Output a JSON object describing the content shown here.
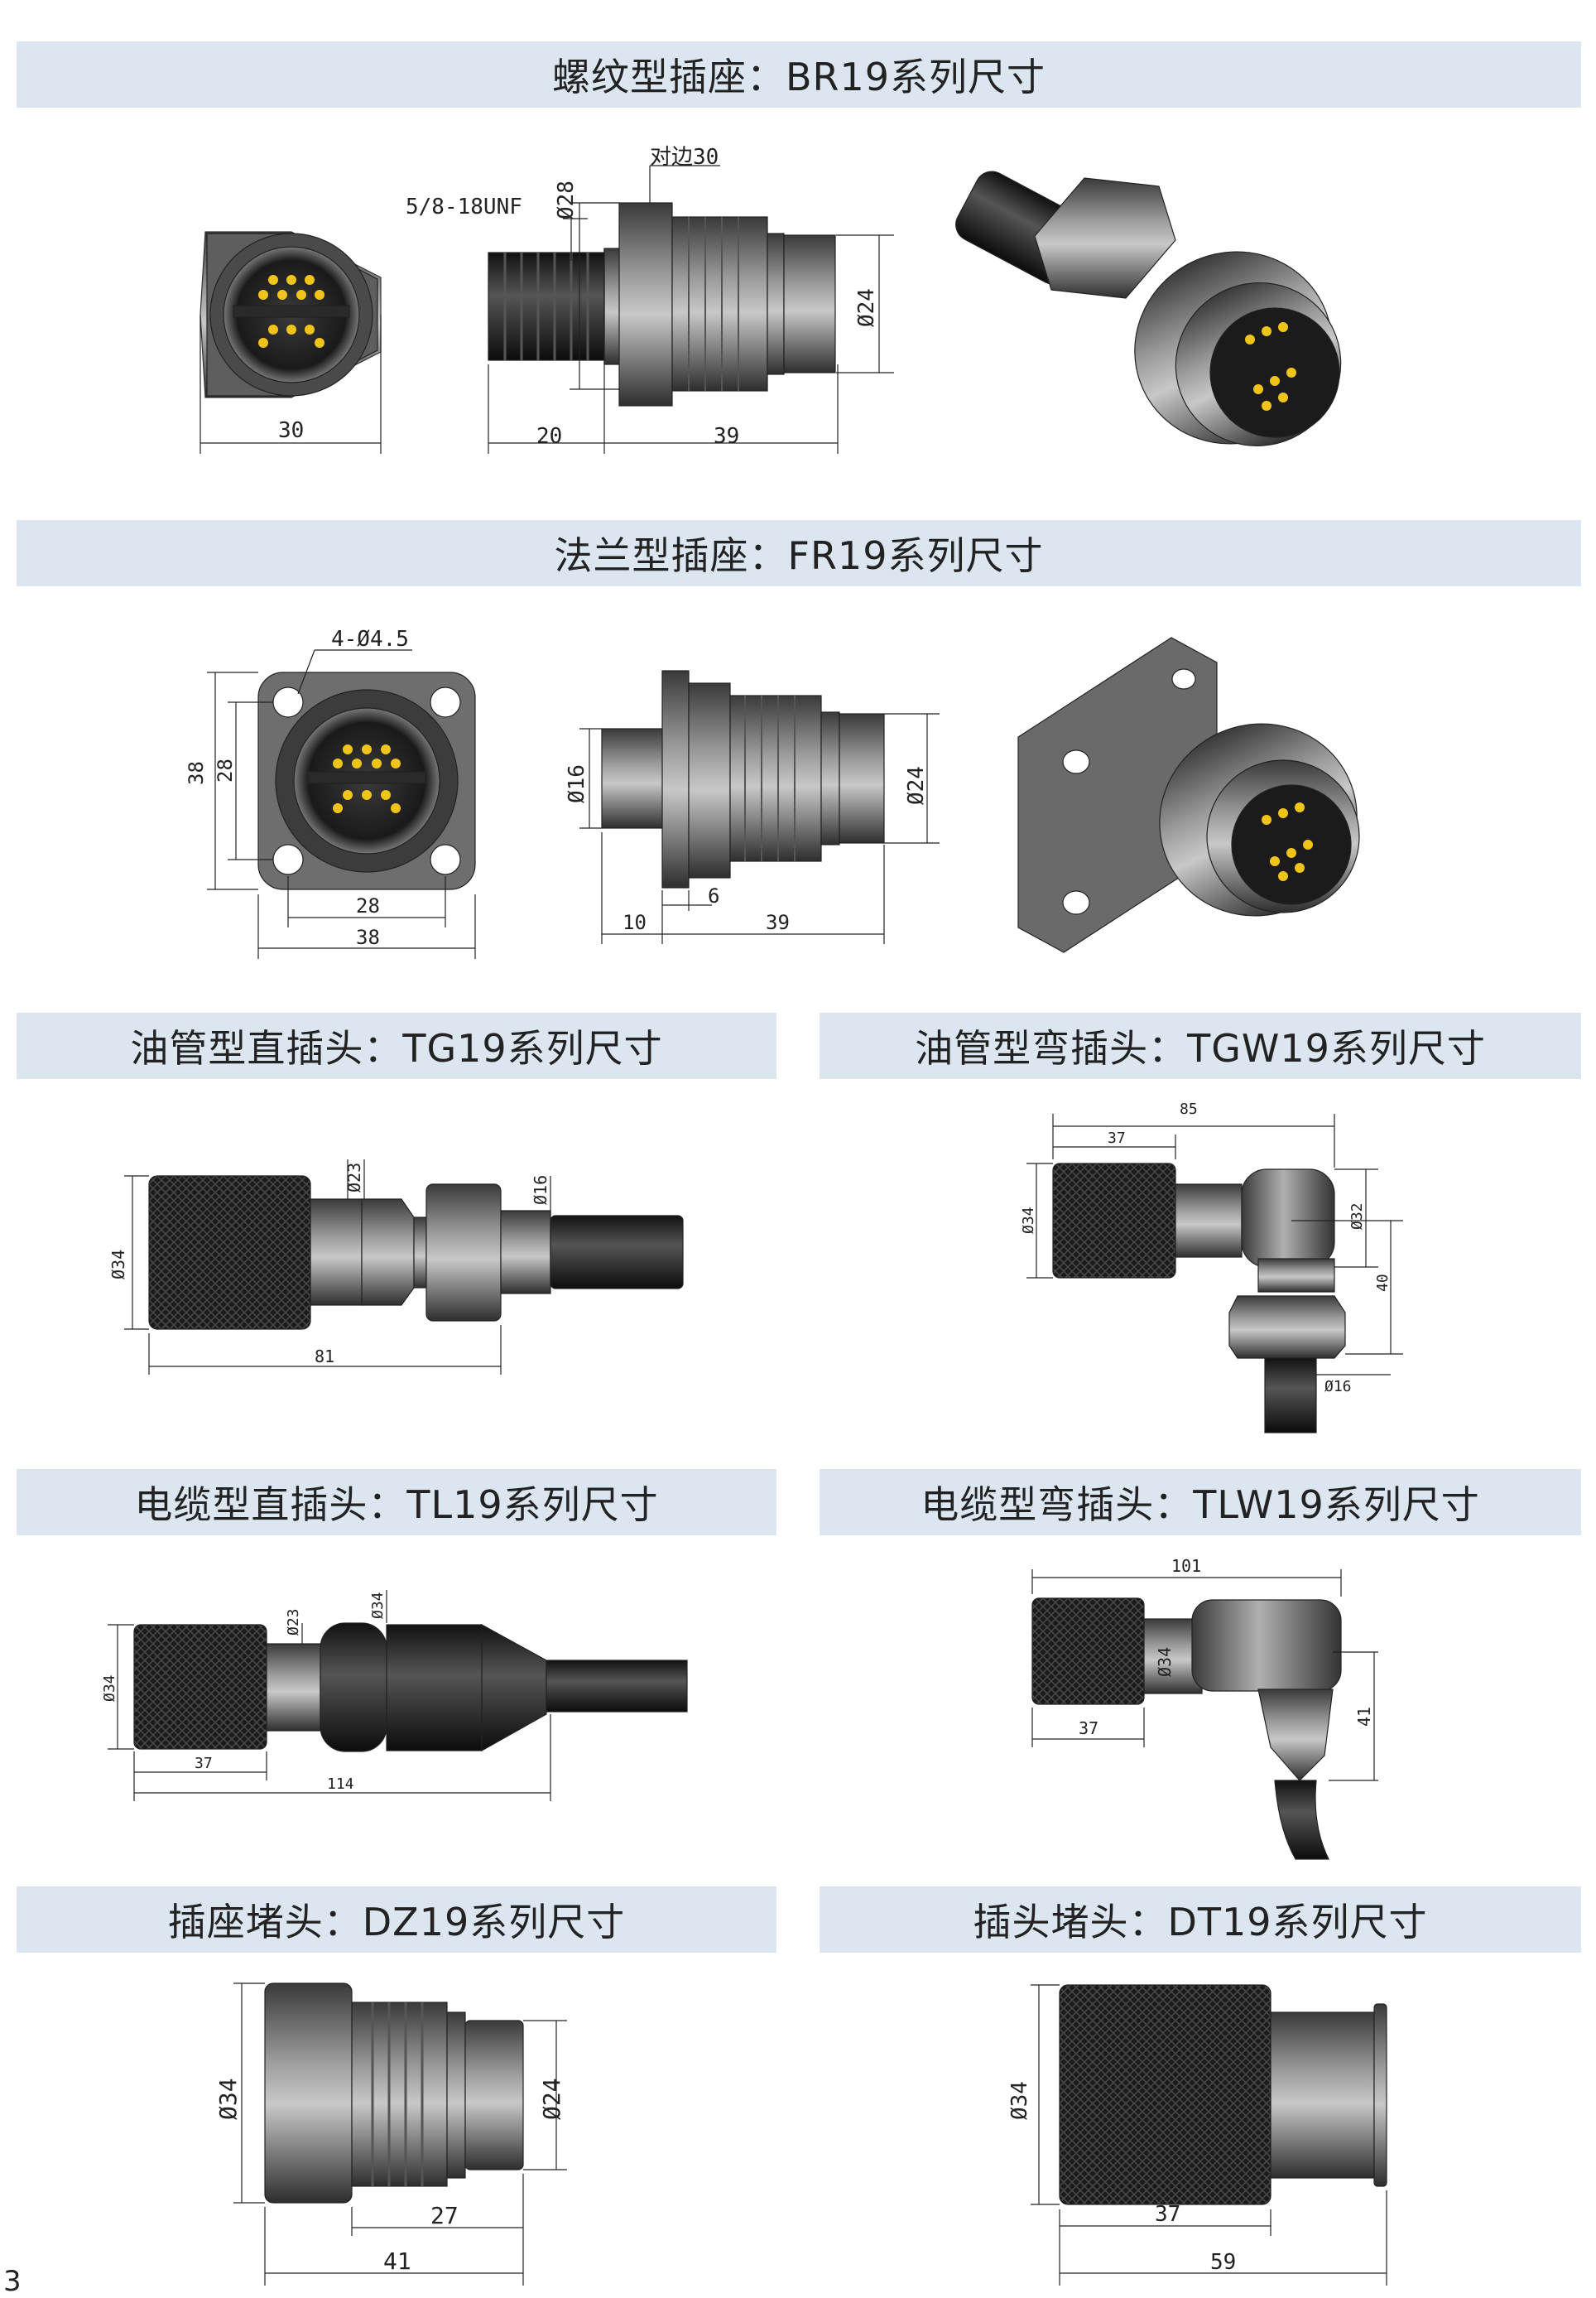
{
  "sections": {
    "br19": {
      "title": "螺纹型插座：BR19系列尺寸"
    },
    "fr19": {
      "title": "法兰型插座：FR19系列尺寸"
    },
    "tg19": {
      "title": "油管型直插头：TG19系列尺寸"
    },
    "tgw19": {
      "title": "油管型弯插头：TGW19系列尺寸"
    },
    "tl19": {
      "title": "电缆型直插头：TL19系列尺寸"
    },
    "tlw19": {
      "title": "电缆型弯插头：TLW19系列尺寸"
    },
    "dz19": {
      "title": "插座堵头：DZ19系列尺寸"
    },
    "dt19": {
      "title": "插头堵头：DT19系列尺寸"
    }
  },
  "dims": {
    "br19": {
      "thread": "5/8-18UNF",
      "hex": "对边30",
      "d28": "Ø28",
      "d24": "Ø24",
      "w30": "30",
      "l20": "20",
      "l39": "39"
    },
    "fr19": {
      "holes": "4-Ø4.5",
      "h38": "38",
      "h28": "28",
      "w28": "28",
      "w38": "38",
      "d16": "Ø16",
      "d24": "Ø24",
      "l10": "10",
      "l6": "6",
      "l39": "39"
    },
    "tg19": {
      "d34": "Ø34",
      "d23": "Ø23",
      "d16": "Ø16",
      "l81": "81"
    },
    "tgw19": {
      "l85": "85",
      "l37": "37",
      "d34": "Ø34",
      "d32": "Ø32",
      "l40": "40",
      "d16": "Ø16"
    },
    "tl19": {
      "d34": "Ø34",
      "d23": "Ø23",
      "d34b": "Ø34",
      "l37": "37",
      "l114": "114"
    },
    "tlw19": {
      "l101": "101",
      "d34": "Ø34",
      "l41": "41",
      "l37": "37"
    },
    "dz19": {
      "d34": "Ø34",
      "d24": "Ø24",
      "l27": "27",
      "l41": "41"
    },
    "dt19": {
      "d34": "Ø34",
      "l37": "37",
      "l59": "59"
    }
  },
  "page_number": "3"
}
